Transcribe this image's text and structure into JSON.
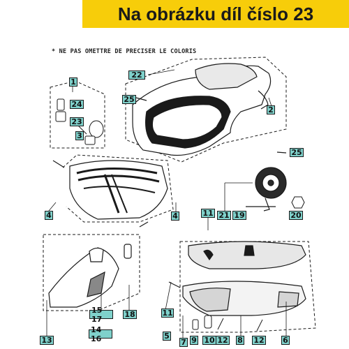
{
  "header": {
    "title": "Na obrázku díl číslo 23"
  },
  "diagram": {
    "note": "* NE PAS OMETTRE DE PRECISER LE COLORIS",
    "callouts": [
      "22",
      "2",
      "25",
      "1",
      "24",
      "23",
      "3",
      "25",
      "21",
      "19",
      "20",
      "4",
      "11",
      "4",
      "11",
      "15 17",
      "14 16",
      "18",
      "13",
      "5",
      "7",
      "9",
      "10",
      "12",
      "8",
      "12",
      "6"
    ],
    "colors": {
      "callout_fill": "#7fd1cb",
      "banner": "#f7cd0a",
      "line": "#1a1a1a"
    }
  }
}
